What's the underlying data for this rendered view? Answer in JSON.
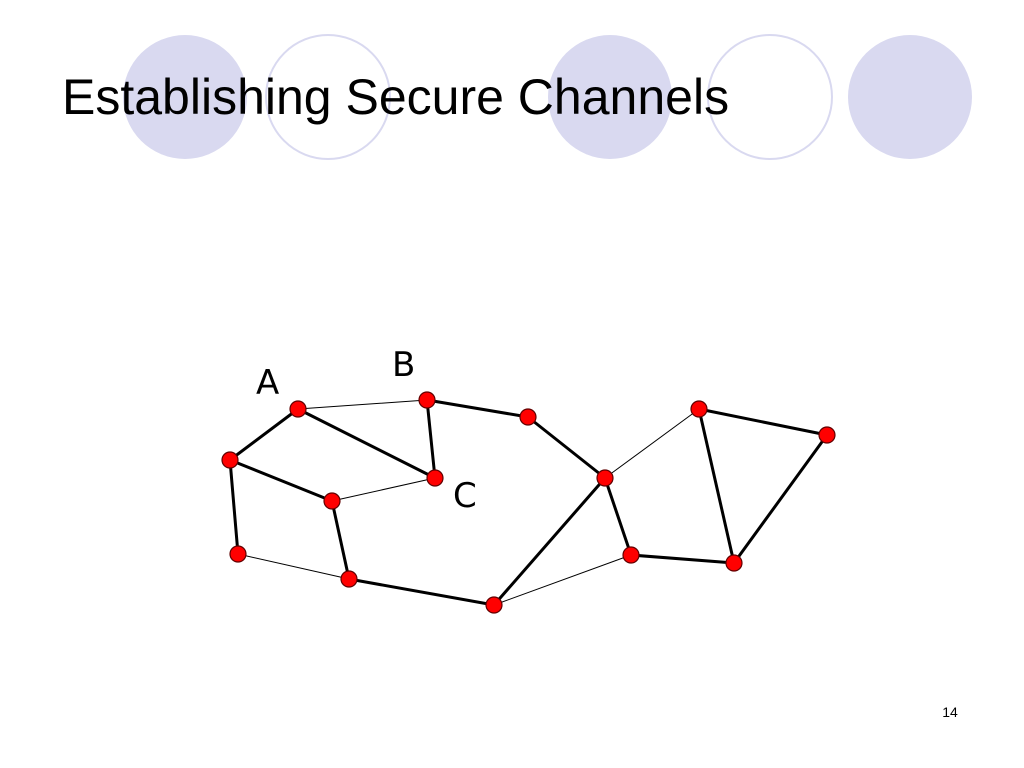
{
  "slide": {
    "title": "Establishing Secure Channels",
    "page_number": "14"
  },
  "theme": {
    "circle_fill": "#d9d9f0",
    "circle_outline": "#d9d9f0",
    "node_fill": "#ff0000",
    "node_stroke": "#600000",
    "edge_color": "#000000"
  },
  "diagram": {
    "labels": [
      {
        "id": "A",
        "text": "A"
      },
      {
        "id": "B",
        "text": "B"
      },
      {
        "id": "C",
        "text": "C"
      }
    ],
    "nodes": [
      "n1",
      "n2",
      "n3",
      "n4",
      "n5",
      "n6",
      "n7",
      "n8",
      "n9",
      "n10",
      "n11",
      "n12",
      "n13",
      "n14",
      "n15",
      "n16"
    ],
    "edges": [
      {
        "from": "n1",
        "to": "n2",
        "secure": true
      },
      {
        "from": "n1",
        "to": "n3",
        "secure": false
      },
      {
        "from": "n1",
        "to": "n4",
        "secure": true
      },
      {
        "from": "n3",
        "to": "n4",
        "secure": true
      },
      {
        "from": "n3",
        "to": "n5",
        "secure": true
      },
      {
        "from": "n2",
        "to": "n6",
        "secure": true
      },
      {
        "from": "n2",
        "to": "n7",
        "secure": true
      },
      {
        "from": "n6",
        "to": "n4",
        "secure": false
      },
      {
        "from": "n6",
        "to": "n8",
        "secure": true
      },
      {
        "from": "n7",
        "to": "n8",
        "secure": false
      },
      {
        "from": "n8",
        "to": "n9",
        "secure": true
      },
      {
        "from": "n9",
        "to": "n10",
        "secure": true
      },
      {
        "from": "n9",
        "to": "n11",
        "secure": false
      },
      {
        "from": "n5",
        "to": "n10",
        "secure": true
      },
      {
        "from": "n10",
        "to": "n12",
        "secure": true
      },
      {
        "from": "n10",
        "to": "n13",
        "secure": false
      },
      {
        "from": "n12",
        "to": "n14",
        "secure": true
      },
      {
        "from": "n13",
        "to": "n15",
        "secure": true
      },
      {
        "from": "n13",
        "to": "n14",
        "secure": true
      },
      {
        "from": "n15",
        "to": "n14",
        "secure": true
      }
    ]
  }
}
